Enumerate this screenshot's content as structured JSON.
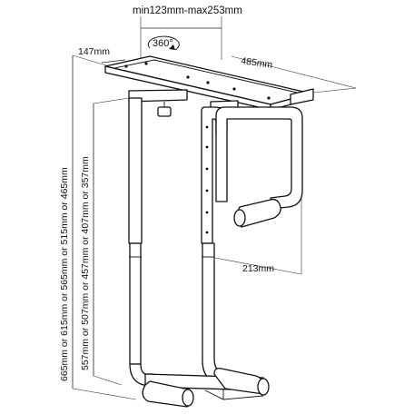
{
  "diagram": {
    "labels": {
      "top_range": "min123mm-max253mm",
      "rotation": "360°",
      "depth": "147mm",
      "length": "485mm",
      "handle_width": "213mm",
      "height_outer": "665mm or 615mm or 565mm or 515mm or 465mm",
      "height_inner": "557mm or 507mm or 457mm or 407mm or 357mm"
    },
    "icons": [
      "rotation-icon"
    ],
    "colors": {
      "line": "#111111",
      "background": "#ffffff"
    }
  }
}
